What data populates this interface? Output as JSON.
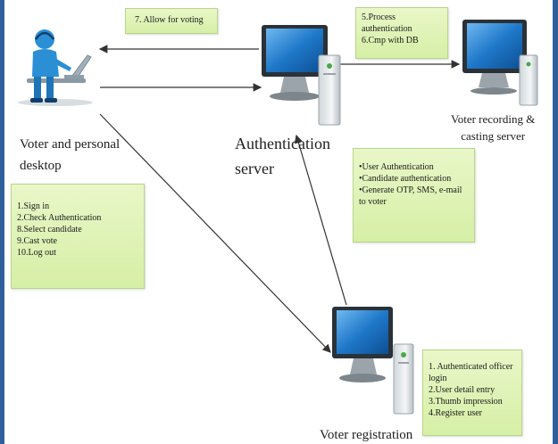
{
  "voter": {
    "label_line1": "Voter and personal",
    "label_line2": "desktop",
    "steps": [
      "1.Sign in",
      "2.Check Authentication",
      "8.Select candidate",
      "9.Cast vote",
      "10.Log out"
    ]
  },
  "auth_server": {
    "label_line1": "Authentication",
    "label_line2": "server",
    "duties": [
      "•User Authentication",
      "•Candidate authentication",
      "•Generate OTP, SMS, e-mail",
      "to voter"
    ]
  },
  "recording_server": {
    "label_line1": "Voter recording &",
    "label_line2": "casting server"
  },
  "process_note": [
    "5.Process",
    "authentication",
    "6.Cmp with DB"
  ],
  "allow_note": "7. Allow for voting",
  "registration": {
    "label": "Voter registration",
    "steps": [
      "1. Authenticated officer",
      "login",
      "2.User detail entry",
      "3.Thumb impression",
      "4.Register user"
    ]
  },
  "colors": {
    "note_fill": "#dcf2b0",
    "frame": "#2f5f9b",
    "monitor_screen": "#1a73c9",
    "person": "#2b8fd6"
  }
}
